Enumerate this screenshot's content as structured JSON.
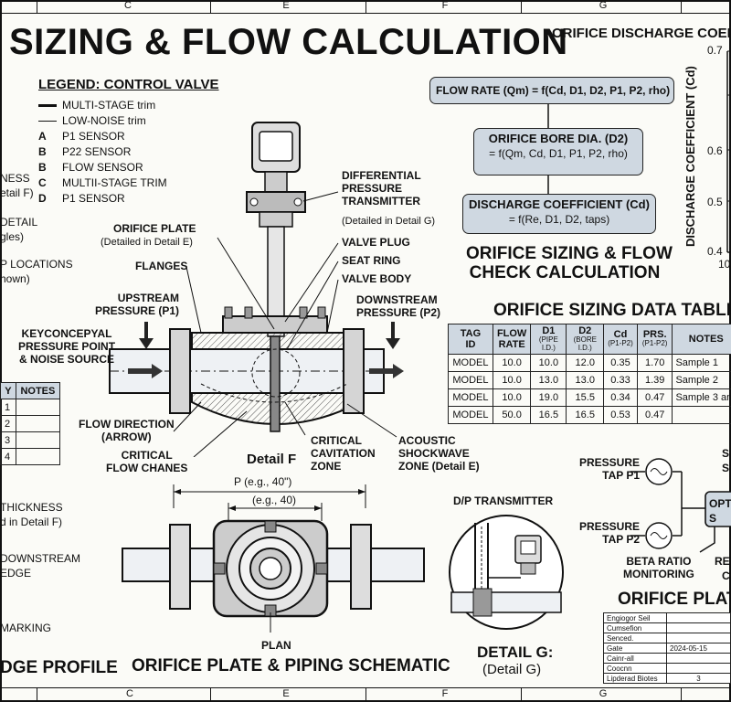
{
  "sheet": {
    "title": "SIZING & FLOW CALCULATION",
    "zones": [
      "C",
      "E",
      "F",
      "G"
    ]
  },
  "legend": {
    "title": "LEGEND: CONTROL VALVE",
    "lines": [
      {
        "text": "MULTI-STAGE trim",
        "style": "thick"
      },
      {
        "text": "LOW-NOISE trim",
        "style": "thin"
      }
    ],
    "items": [
      {
        "key": "A",
        "text": "P1 SENSOR"
      },
      {
        "key": "B",
        "text": "P22 SENSOR"
      },
      {
        "key": "B",
        "text": "FLOW SENSOR"
      },
      {
        "key": "C",
        "text": "MULTII-STAGE TRIM"
      },
      {
        "key": "D",
        "text": "P1 SENSOR"
      }
    ]
  },
  "left_fragments": [
    "NESS",
    "etail F)",
    "DETAIL",
    "gles)",
    "P LOCATIONS",
    "hown)",
    "THICKNESS",
    "d in Detail F)",
    "DOWNSTREAM",
    "EDGE",
    "MARKING",
    "DGE PROFILE"
  ],
  "left_table": {
    "headers": [
      "Y",
      "NOTES"
    ],
    "rows": [
      "1",
      "2",
      "3",
      "4"
    ]
  },
  "section_view": {
    "labels": {
      "orifice_plate": "ORIFICE PLATE",
      "orifice_plate_note": "(Detailed in Detail E)",
      "flanges": "FLANGES",
      "upstream": "UPSTREAM\nPRESSURE (P1)",
      "key_point": "KEYCONCEPYAL\nPRESSURE POINT\n& NOISE SOURCE",
      "dp_transmitter": "DIFFERENTIAL\nPRESSURE\nTRANSMITTER",
      "dp_note": "(Detailed in Detail G)",
      "valve_plug": "VALVE PLUG",
      "seat_ring": "SEAT RING",
      "valve_body": "VALVE BODY",
      "downstream": "DOWNSTREAM\nPRESSURE (P2)",
      "flow_direction": "FLOW DIRECTION\n(ARROW)",
      "critical_flow": "CRITICAL\nFLOW CHANES",
      "detail_f": "Detail F",
      "cavitation": "CRITICAL\nCAVITATION\nZONE",
      "acoustic": "ACOUSTIC\nSHOCKWAVE\nZONE (Detail E)"
    }
  },
  "plan_view": {
    "dim_outer": "P (e.g., 40\")",
    "dim_inner": "(e.g., 40)",
    "plan_label": "PLAN",
    "title": "ORIFICE PLATE & PIPING SCHEMATIC"
  },
  "detail_g": {
    "heading": "D/P TRANSMITTER",
    "title": "DETAIL G:",
    "subtitle": "(Detail G)"
  },
  "flow_boxes": [
    {
      "main": "FLOW RATE (Qm) = f(Cd, D1, D2, P1, P2, rho)"
    },
    {
      "main": "ORIFICE BORE DIA. (D2)",
      "sub": "= f(Qm, Cd, D1, P1, P2, rho)"
    },
    {
      "main": "DISCHARGE COEFFICIENT (Cd)",
      "sub": "= f(Re, D1, D2, taps)"
    }
  ],
  "calc_title": "ORIFICE SIZING & FLOW\nCHECK CALCULATION",
  "cd_chart": {
    "title": "ORIFICE DISCHARGE COEFFIC",
    "ylabel": "DISCHARGE COEFFICIENT (Cd)",
    "yticks": [
      "0.7",
      "0.6",
      "0.5",
      "0.4"
    ],
    "xtick": "10"
  },
  "data_table": {
    "title": "ORIFICE SIZING DATA TABLE",
    "headers": [
      {
        "main": "TAG\nID",
        "sub": ""
      },
      {
        "main": "FLOW\nRATE",
        "sub": ""
      },
      {
        "main": "D1",
        "sub": "(PIPE I.D.)"
      },
      {
        "main": "D2",
        "sub": "(BORE I.D.)"
      },
      {
        "main": "Cd",
        "sub": "(P1-P2)"
      },
      {
        "main": "PRS.",
        "sub": "(P1-P2)"
      },
      {
        "main": "NOTES",
        "sub": ""
      }
    ],
    "rows": [
      [
        "MODEL",
        "10.0",
        "10.0",
        "12.0",
        "0.35",
        "1.70",
        "Sample 1"
      ],
      [
        "MODEL",
        "10.0",
        "13.0",
        "13.0",
        "0.33",
        "1.39",
        "Sample 2"
      ],
      [
        "MODEL",
        "10.0",
        "19.0",
        "15.5",
        "0.34",
        "0.47",
        "Sample 3 an"
      ],
      [
        "MODEL",
        "50.0",
        "16.5",
        "16.5",
        "0.53",
        "0.47",
        ""
      ]
    ]
  },
  "signal": {
    "tap1": "PRESSURE\nTAP P1",
    "tap2": "PRESSURE\nTAP P2",
    "beta": "BETA RATIO\nMONITORING",
    "opt": "OPT\nS",
    "frag_s1": "S",
    "frag_s2": "S",
    "frag_re": "RE",
    "frag_c": "C"
  },
  "title_block": {
    "title": "ORIFICE PLATE",
    "rows": [
      [
        "Engiogor Seil",
        ""
      ],
      [
        "Cumsefion",
        ""
      ],
      [
        "Senced.",
        ""
      ],
      [
        "Gate",
        "2024-05-15"
      ],
      [
        "Cainr-all",
        ""
      ],
      [
        "Coocnn",
        ""
      ],
      [
        "Lipderad Biotes",
        "3"
      ]
    ]
  }
}
